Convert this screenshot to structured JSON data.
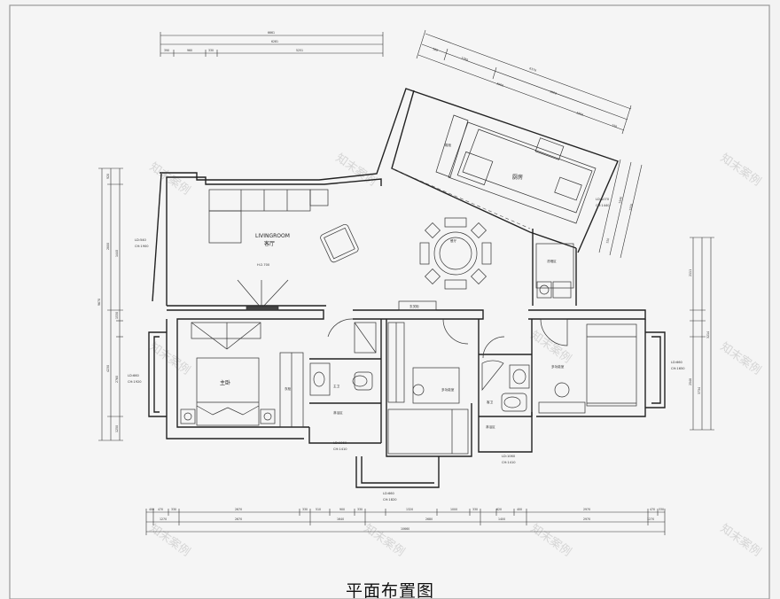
{
  "title": "平面布置图",
  "rooms": {
    "living_en": "LIVINGROOM",
    "living_cn": "客厅",
    "living_height": "H:2.700",
    "dining": "餐厅",
    "kitchen": "厨房",
    "kitchen_cabinet": "鞋柜",
    "balcony_laundry": "洗晒区",
    "entry_cabinet": "玄关柜",
    "master_bedroom": "主卧",
    "wardrobe": "衣柜",
    "master_bath": "主卫",
    "shower_left": "淋浴区",
    "multi_room_center": "多功能室",
    "guest_bath": "客卫",
    "shower_right": "淋浴区",
    "multi_room_right": "多功能室"
  },
  "window_labels": {
    "left_top": [
      "LD:540",
      "CH:1900"
    ],
    "left_bottom": [
      "LD:660",
      "CH:1920"
    ],
    "kitchen": [
      "LD:1070",
      "CH:1440"
    ],
    "right": [
      "LD:660",
      "CH:1650"
    ],
    "bath_left": [
      "LD:1060",
      "CH:1410"
    ],
    "bath_right": [
      "LD:1060",
      "CH:1410"
    ],
    "bottom": [
      "LD:660",
      "CH:1820"
    ]
  },
  "dims": {
    "top_row1": "6661",
    "top_row2": "6281",
    "top_row3": [
      "390",
      "960",
      "330",
      "5251"
    ],
    "diag_row1": "6376",
    "diag_row2": [
      "580",
      "1790",
      "3050"
    ],
    "diag_row3": [
      "3005",
      "1550",
      "150"
    ],
    "diag_right": [
      "1440",
      "1550",
      "150"
    ],
    "left_col1": "9670",
    "left_col2": [
      "920",
      "2800",
      "1440",
      "1530",
      "4230",
      "2760",
      "1250"
    ],
    "right_col": [
      "2111",
      "3214",
      "3734",
      "2548"
    ],
    "bottom_row1": [
      "400",
      "470",
      "330",
      "2670",
      "330",
      "510",
      "900",
      "330",
      "1320",
      "1000",
      "330",
      "620",
      "400",
      "2970",
      "470",
      "330"
    ],
    "bottom_row2": [
      "1270",
      "2670",
      "1640",
      "2680",
      "1400",
      "2970",
      "1270"
    ],
    "bottom_row3": "10660"
  },
  "watermark": "知末案例"
}
